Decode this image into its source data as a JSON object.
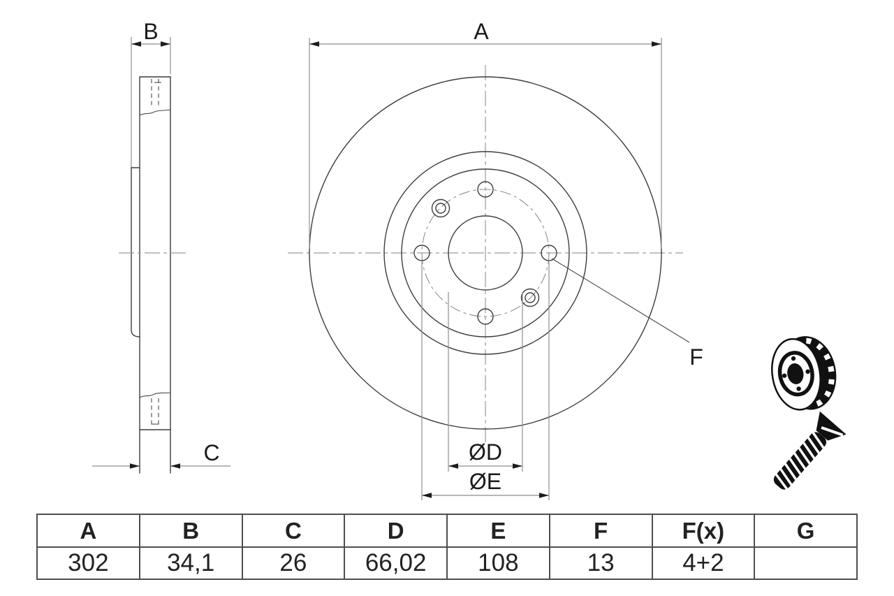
{
  "labels": {
    "outer_diameter": "A",
    "total_height": "B",
    "thickness": "C",
    "bore_diameter": "ØD",
    "pitch_circle_diameter": "ØE",
    "hole_callout": "F"
  },
  "table": {
    "headers": [
      "A",
      "B",
      "C",
      "D",
      "E",
      "F",
      "F(x)",
      "G"
    ],
    "values": [
      "302",
      "34,1",
      "26",
      "66,02",
      "108",
      "13",
      "4+2",
      ""
    ]
  },
  "icons": {
    "disc": "brake-disc-3d-icon",
    "screw": "countersunk-screw-icon"
  },
  "colors": {
    "outline": "#3d3d3d",
    "dimension_line": "#9e9e9e",
    "arrow": "#1c1c1c",
    "text": "#1a1a1a",
    "table_border": "#4f4f4f",
    "background": "#ffffff"
  }
}
